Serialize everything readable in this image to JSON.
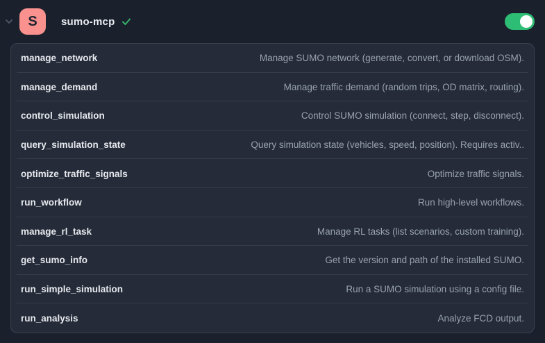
{
  "header": {
    "title": "sumo-mcp",
    "avatar_letter": "S",
    "icons": {
      "collapse": "chevron-down-icon",
      "verified": "check-icon"
    },
    "toggle": {
      "state": "on"
    }
  },
  "colors": {
    "background": "#1b212c",
    "panel_background": "#252b38",
    "panel_border": "#3a414f",
    "avatar_background": "#f9918e",
    "check_green": "#35b36b",
    "toggle_green": "#2ebd74",
    "tool_name_text": "#e6e9ee",
    "tool_description_text": "#99a2b2"
  },
  "tools": [
    {
      "name": "manage_network",
      "description": "Manage SUMO network (generate, convert, or download OSM)."
    },
    {
      "name": "manage_demand",
      "description": "Manage traffic demand (random trips, OD matrix, routing)."
    },
    {
      "name": "control_simulation",
      "description": "Control SUMO simulation (connect, step, disconnect)."
    },
    {
      "name": "query_simulation_state",
      "description": "Query simulation state (vehicles, speed, position). Requires activ.."
    },
    {
      "name": "optimize_traffic_signals",
      "description": "Optimize traffic signals."
    },
    {
      "name": "run_workflow",
      "description": "Run high-level workflows."
    },
    {
      "name": "manage_rl_task",
      "description": "Manage RL tasks (list scenarios, custom training)."
    },
    {
      "name": "get_sumo_info",
      "description": "Get the version and path of the installed SUMO."
    },
    {
      "name": "run_simple_simulation",
      "description": "Run a SUMO simulation using a config file."
    },
    {
      "name": "run_analysis",
      "description": "Analyze FCD output."
    }
  ]
}
